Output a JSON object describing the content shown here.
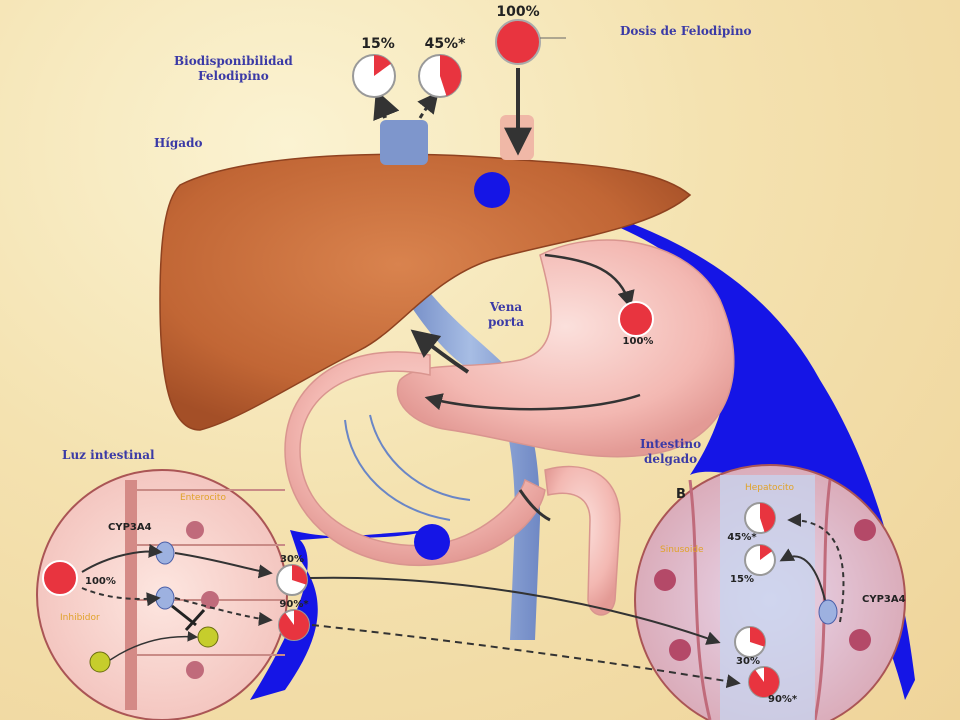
{
  "labels": {
    "dose": "Dosis de Felodipino",
    "bioavailability_line1": "Biodisponibilidad",
    "bioavailability_line2": "Felodipino",
    "liver": "Hígado",
    "portal_vein_line1": "Vena",
    "portal_vein_line2": "porta",
    "intestine_line1": "Intestino",
    "intestine_line2": "delgado",
    "lumen": "Luz intestinal",
    "panel_b": "B"
  },
  "top_percentages": {
    "dose": "100%",
    "bio_low": "15%",
    "bio_high": "45%*"
  },
  "stomach_percentage": "100%",
  "left_inset": {
    "enzyme": "CYP3A4",
    "inhibitor": "Inhibidor",
    "tag": "Enterocito",
    "input_pct": "100%",
    "out_top": "30%",
    "out_bottom": "90%*"
  },
  "right_inset": {
    "enzyme": "CYP3A4",
    "tag1": "Hepatocito",
    "tag2": "Sinusoide",
    "p45": "45%*",
    "p15": "15%",
    "p30": "30%",
    "p90": "90%*"
  },
  "pie_fractions": {
    "dose": 1.0,
    "bio_low": 0.15,
    "bio_high": 0.45,
    "p30": 0.3,
    "p90": 0.9
  },
  "colors": {
    "text": "#3b3aa6",
    "blue": "#1515e6",
    "pie_red": "#e8343f",
    "liver": "#c8683a",
    "intestine": "#f2b8b4",
    "vein": "#8aa2d0"
  }
}
